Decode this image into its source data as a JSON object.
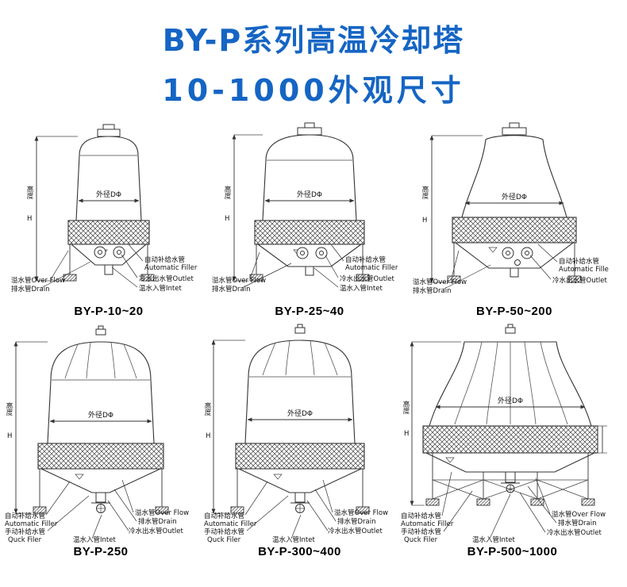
{
  "title": {
    "line1": "BY-P系列高温冷却塔",
    "line2": "10-1000外观尺寸",
    "color": "#1565c4"
  },
  "dimensions": {
    "diameter_label": "外径DΦ",
    "height_label": "高度",
    "height_symbol": "H"
  },
  "pipe_labels": {
    "overflow": "溢水管Over Flow",
    "drain": "排水管Drain",
    "auto_filler_cn": "自动补给水管",
    "auto_filler_en": "Automatic Filler",
    "auto_filler_en_short": "Automatic Fille",
    "outlet": "冷水出水管Outlet",
    "inlet": "温水入管Intet",
    "manual_filler_cn": "手动补给水管",
    "manual_filler_en": "Quck Filer"
  },
  "towers": [
    {
      "model": "BY-P-10~20"
    },
    {
      "model": "BY-P-25~40"
    },
    {
      "model": "BY-P-50~200"
    },
    {
      "model": "BY-P-250"
    },
    {
      "model": "BY-P-300~400"
    },
    {
      "model": "BY-P-500~1000"
    }
  ],
  "colors": {
    "line": "#333333",
    "background": "#ffffff"
  }
}
